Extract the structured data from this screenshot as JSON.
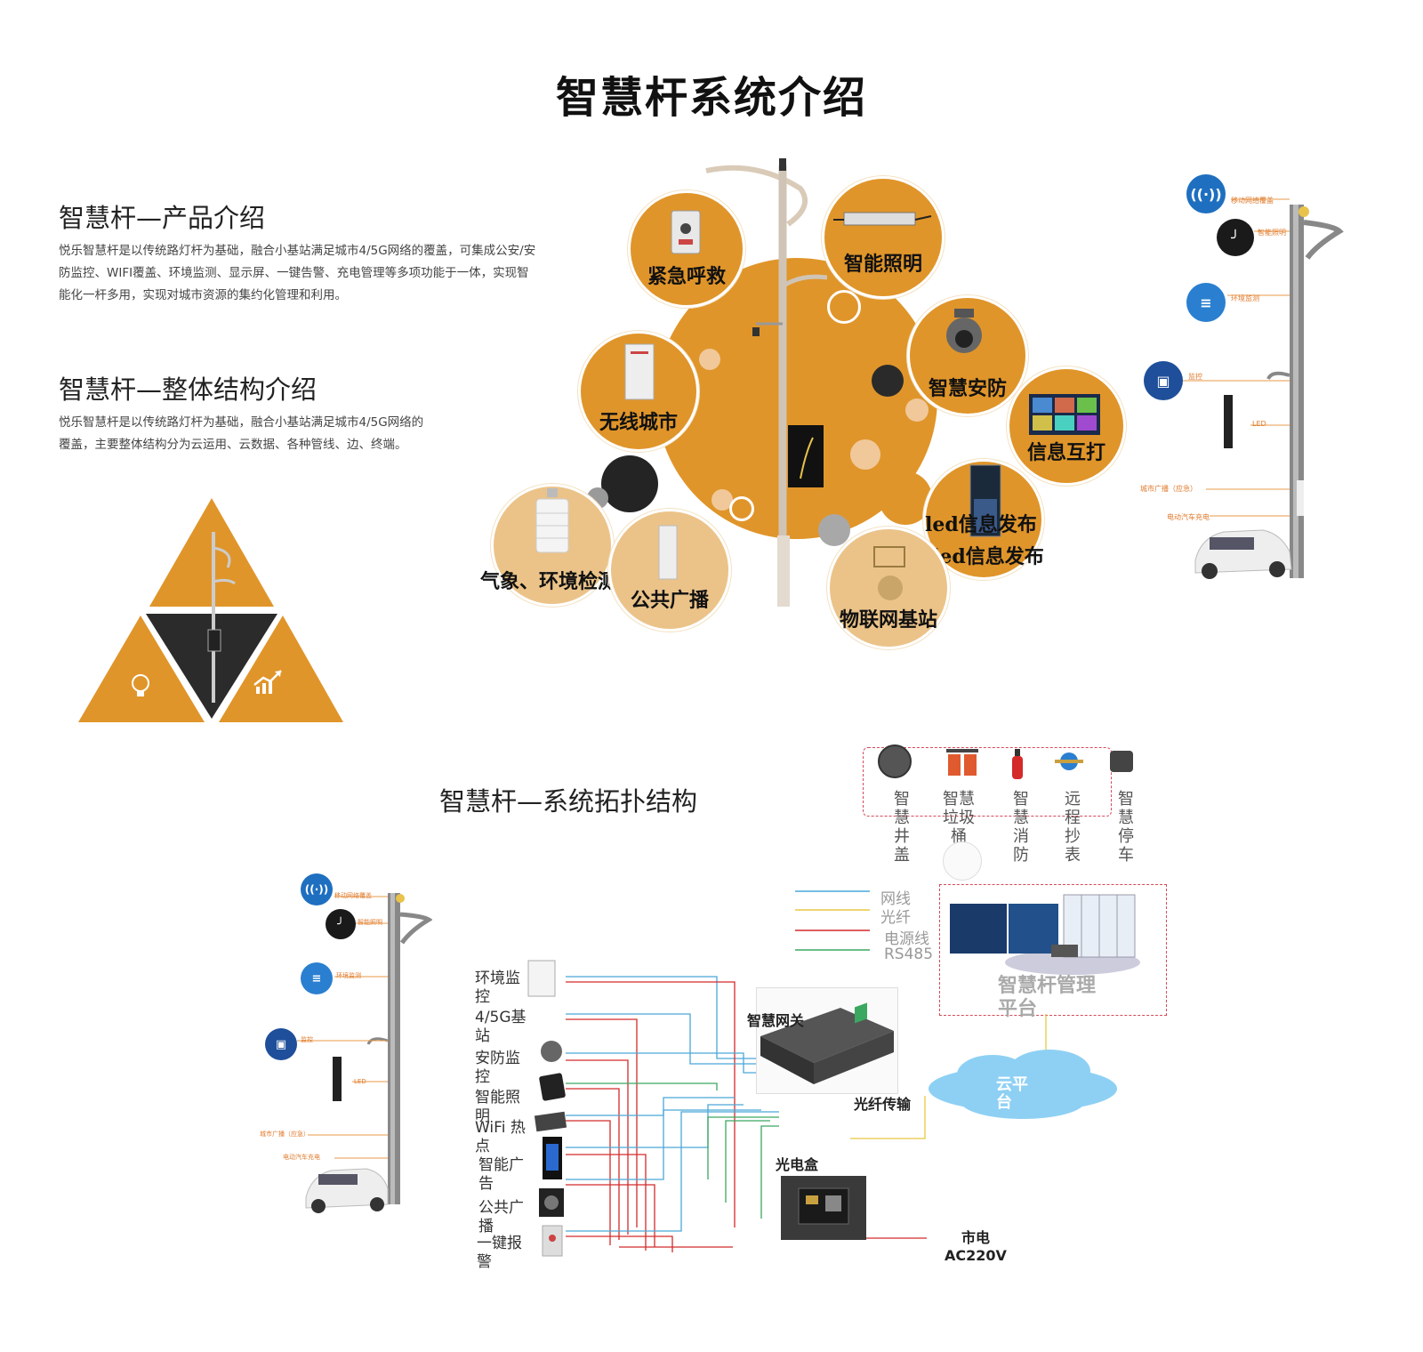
{
  "page": {
    "title": "智慧杆系统介绍"
  },
  "intro": {
    "product_heading": "智慧杆—产品介绍",
    "product_text": [
      "悦乐智慧杆是以传统路灯杆为基础，融合小基站满足城市4/5G网络的覆盖，可集成公安/安",
      "防监控、WIFI覆盖、环境监测、显示屏、一键告警、充电管理等多项功能于一体，实现智",
      "能化一杆多用，实现对城市资源的集约化管理和利用。"
    ],
    "structure_heading": "智慧杆—整体结构介绍",
    "structure_text": [
      "悦乐智慧杆是以传统路灯杆为基础，融合小基站满足城市4/5G网络的",
      "覆盖，主要整体结构分为云运用、云数据、各种管线、边、终端。"
    ]
  },
  "bubbles": {
    "emergency": "紧急呼救",
    "lighting": "智能照明",
    "security": "智慧安防",
    "wireless": "无线城市",
    "info": "信息互打",
    "led1": "led信息发布",
    "led2": "led信息发布",
    "weather": "气象、环境检测",
    "broadcast": "公共广播",
    "iot": "物联网基站"
  },
  "pole_labels": {
    "mobile": "移动网络覆盖",
    "light": "智能照明",
    "env": "环境监测",
    "monitor": "监控",
    "led": "LED",
    "broadcast": "城市广播（应急）",
    "charge": "电动汽车充电",
    "led_sign": "LED"
  },
  "topology": {
    "heading": "智慧杆—系统拓扑结构",
    "top_devices": [
      [
        "智",
        "慧",
        "井",
        "盖"
      ],
      [
        "智慧",
        "垃圾",
        "桶"
      ],
      [
        "智",
        "慧",
        "消",
        "防"
      ],
      [
        "远",
        "程",
        "抄",
        "表"
      ],
      [
        "智",
        "慧",
        "停",
        "车"
      ]
    ],
    "legend": [
      "网线",
      "光纤",
      "电源线",
      "RS485"
    ],
    "legend_colors": [
      "#4aa8d8",
      "#e8c840",
      "#d42a2a",
      "#3aa860"
    ],
    "platform": [
      "智慧杆管理",
      "平台"
    ],
    "gateway": "智慧网关",
    "cloud": [
      "云平",
      "台"
    ],
    "fiber": "光纤传输",
    "box": "光电盒",
    "power": [
      "市电",
      "AC220V"
    ],
    "devices": [
      [
        "环境监",
        "控"
      ],
      [
        "4/5G基",
        "站"
      ],
      [
        "安防监",
        "控"
      ],
      [
        "智能照",
        "明"
      ],
      [
        "WiFi 热",
        "点"
      ],
      [
        "智能广",
        "告"
      ],
      [
        "公共广",
        "播"
      ],
      [
        "一键报",
        "警"
      ]
    ]
  }
}
